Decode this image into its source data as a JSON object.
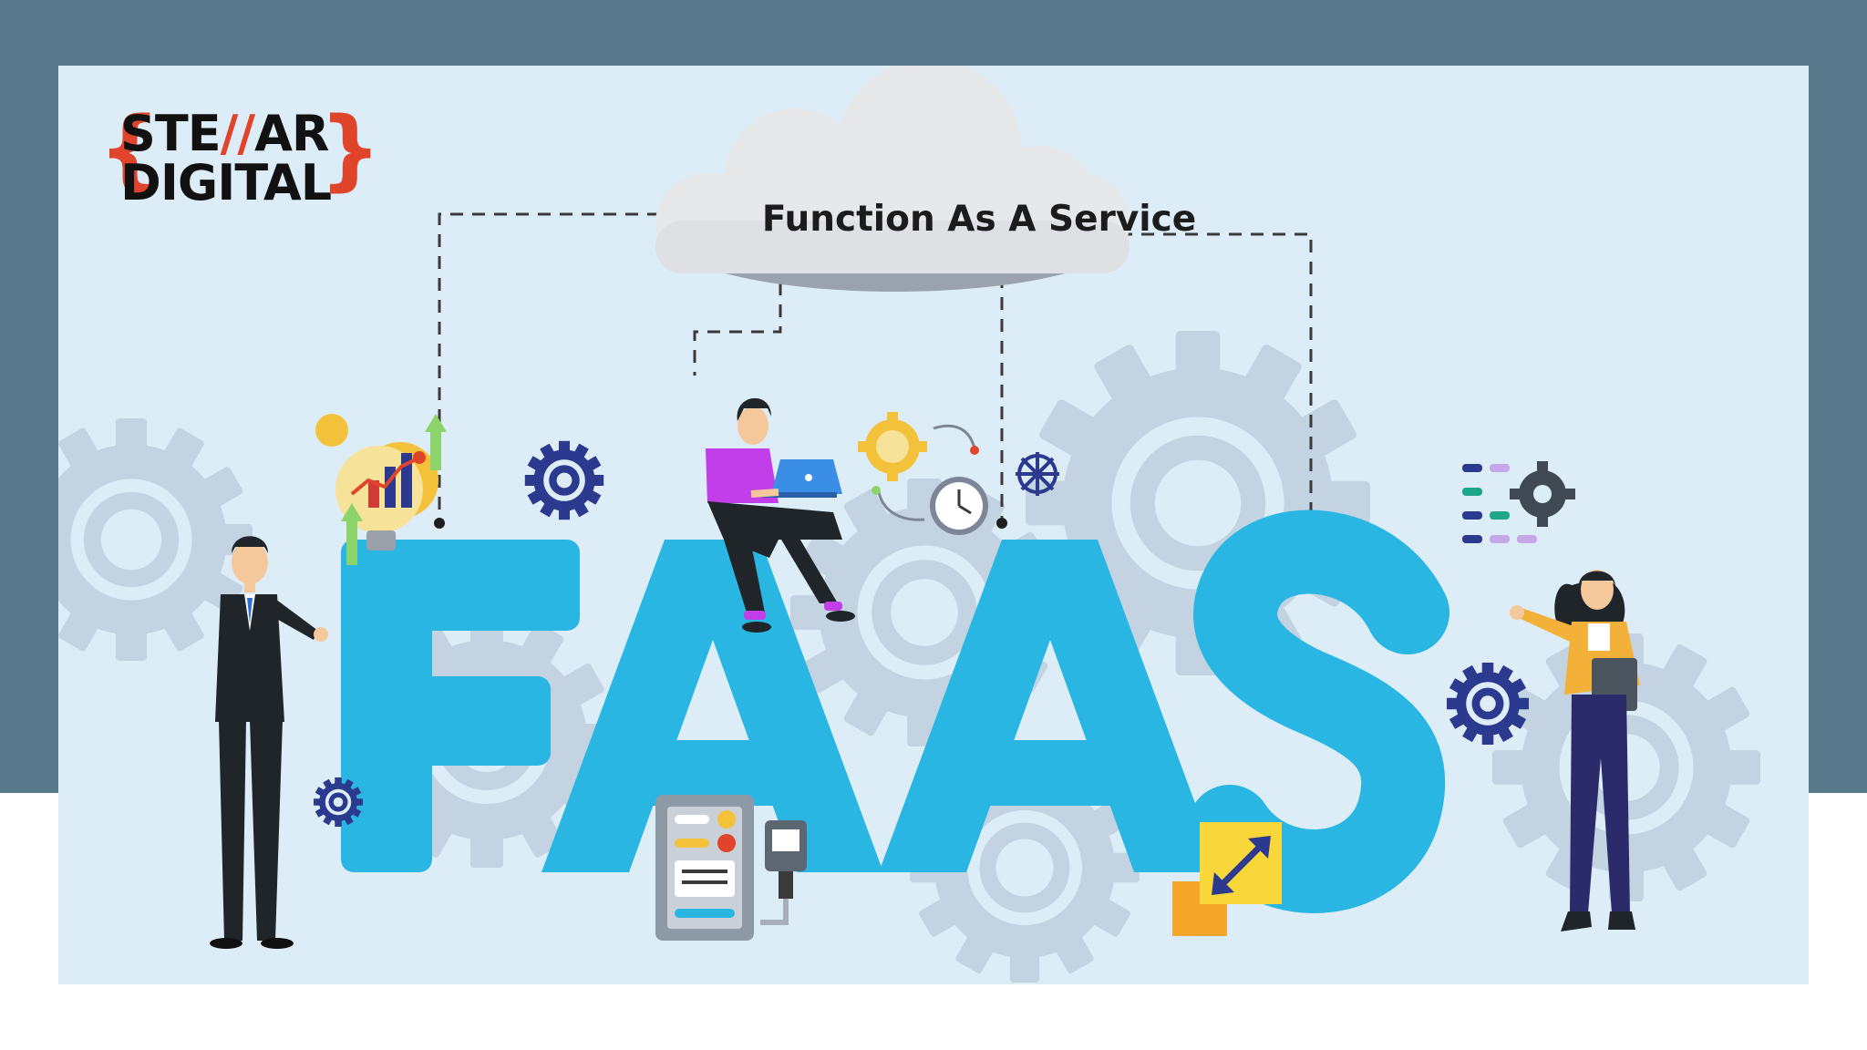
{
  "logo": {
    "brace_open": "{",
    "line1_a": "STE",
    "line1_slash": "//",
    "line1_b": "AR",
    "line2": "DIGITAL",
    "brace_close": "}"
  },
  "cloud": {
    "title": "Function As A Service"
  },
  "hero": {
    "letters": [
      "F",
      "A",
      "A",
      "S"
    ]
  },
  "colors": {
    "outer_band": "#57798b",
    "canvas": "#ddedf8",
    "letters": "#2ab6e3",
    "gear_bg": "#c3d3e2",
    "accent_orange": "#e0442a",
    "navy_gear": "#2b3a8f",
    "laptop": "#3a8ee6",
    "shirt_purple": "#c23ee8",
    "arrow_yellow": "#f9d63a"
  },
  "icons": [
    "stellar-logo-icon",
    "cloud-icon",
    "bulb-chart-icon",
    "gear-icon",
    "sun-gear-icon",
    "clock-icon",
    "network-icon",
    "settings-list-icon",
    "server-panel-icon",
    "resize-arrows-icon",
    "businessman-icon",
    "laptop-person-icon",
    "businesswoman-icon"
  ]
}
